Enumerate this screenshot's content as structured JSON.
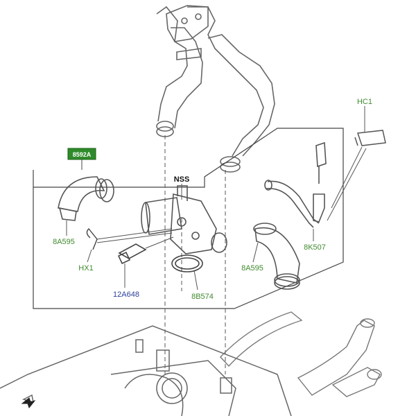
{
  "labels": {
    "assembly_badge": "8592A",
    "hc1": "HC1",
    "nss": "NSS",
    "hose_left": "8A595",
    "clip": "HX1",
    "sensor": "12A648",
    "gasket": "8B574",
    "hose_right": "8A595",
    "pipe": "8K507"
  },
  "colors": {
    "part_number_green": "#3f8a2e",
    "part_number_blue": "#2a3f9c",
    "badge_fill": "#2f8b2a",
    "line": "#555555"
  },
  "icons": {
    "legend_icon": "arrow-bolt-icon"
  }
}
